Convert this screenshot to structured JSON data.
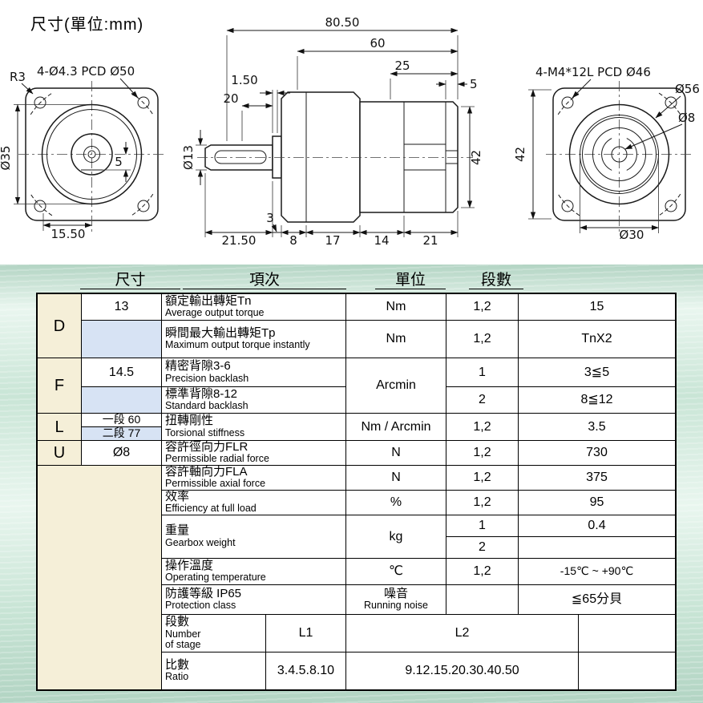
{
  "colors": {
    "cream": "#f5efd8",
    "blue": "#d7e3f4",
    "bg": "#c9e5d6",
    "bgLight": "#e9f6ef",
    "bgDark": "#b2d4c3",
    "line": "#111111"
  },
  "page": {
    "unit_note": "尺寸(單位:mm)"
  },
  "front_view": {
    "r3": "R3",
    "pcd": "4-Ø4.3 PCD Ø50",
    "d35": "Ø35",
    "key_offset": "5",
    "d1550": "15.50"
  },
  "side_view": {
    "total": "80.50",
    "body": "60",
    "rear": "25",
    "rear_step": "5",
    "step": "1.50",
    "shaft_len": "20",
    "shaft_dia": "Ø13",
    "height": "42",
    "s3": "3",
    "s2150": "21.50",
    "s8": "8",
    "s17": "17",
    "s14": "14",
    "s21": "21"
  },
  "rear_view": {
    "pcd": "4-M4*12L PCD Ø46",
    "d56": "Ø56",
    "d8": "Ø8",
    "height": "42",
    "d30": "Ø30"
  },
  "table": {
    "headers": {
      "size": "尺寸",
      "item": "項次",
      "unit": "單位",
      "stages": "段數"
    },
    "size": {
      "d": "D",
      "d_v1": "13",
      "f": "F",
      "f_v1": "14.5",
      "l": "L",
      "l_v1": "一段 60",
      "l_v2": "二段 77",
      "u": "U",
      "u_v1": "Ø8"
    },
    "rows": {
      "torque": {
        "zh": "額定輸出轉矩Tn",
        "en": "Average output torque",
        "unit": "Nm",
        "stage": "1,2",
        "value": "15"
      },
      "max_torque": {
        "zh": "瞬間最大輸出轉矩Tp",
        "en": "Maximum output torque instantly",
        "unit": "Nm",
        "stage": "1,2",
        "value": "TnX2"
      },
      "precision_backlash": {
        "zh": "精密背隙3-6",
        "en": "Precision backlash",
        "stage": "1",
        "value": "3≦5"
      },
      "standard_backlash": {
        "zh": "標準背隙8-12",
        "en": "Standard backlash",
        "stage": "2",
        "value": "8≦12"
      },
      "backlash_unit": "Arcmin",
      "stiffness": {
        "zh": "扭轉剛性",
        "en": "Torsional stiffness",
        "unit": "Nm / Arcmin",
        "stage": "1,2",
        "value": "3.5"
      },
      "radial_force": {
        "zh": "容許徑向力FLR",
        "en": "Permissible radial force",
        "unit": "N",
        "stage": "1,2",
        "value": "730"
      },
      "axial_force": {
        "zh": "容許軸向力FLA",
        "en": "Permissible axial force",
        "unit": "N",
        "stage": "1,2",
        "value": "375"
      },
      "efficiency": {
        "zh": "效率",
        "en": "Efficiency at full load",
        "unit": "%",
        "stage": "1,2",
        "value": "95"
      },
      "weight": {
        "zh": "重量",
        "en": "Gearbox weight",
        "unit": "kg",
        "stage1": "1",
        "value1": "0.4",
        "stage2": "2",
        "value2": ""
      },
      "temperature": {
        "zh": "操作溫度",
        "en": "Operating temperature",
        "unit": "℃",
        "stage": "1,2",
        "value": "-15℃ ~ +90℃"
      },
      "protection": {
        "zh": "防護等級 IP65",
        "en": "Protection class",
        "noise_zh": "噪音",
        "noise_en": "Running noise",
        "value": "≦65分貝"
      },
      "stage_row": {
        "zh": "段數",
        "en1": "Number",
        "en2": "of stage",
        "l1": "L1",
        "l2": "L2"
      },
      "ratio": {
        "zh": "比數",
        "en": "Ratio",
        "l1": "3.4.5.8.10",
        "l2": "9.12.15.20.30.40.50"
      }
    }
  }
}
